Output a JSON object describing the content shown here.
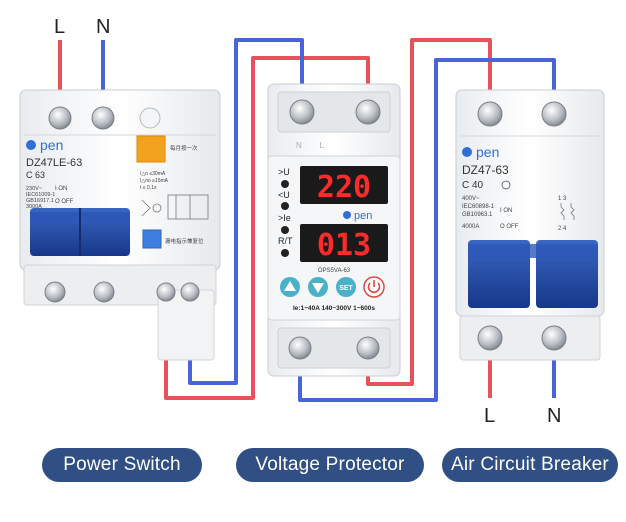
{
  "colors": {
    "live_wire": "#e8525a",
    "neutral_wire": "#4a63d6",
    "breaker_blue": "#1f4aa3",
    "label_bg": "#2f4f85",
    "display_red": "#ff2a2a",
    "display_bg": "#1a1a1a",
    "accent_orange": "#f2a21c"
  },
  "top_terminals": {
    "live": "L",
    "neutral": "N"
  },
  "bottom_terminals": {
    "live": "L",
    "neutral": "N"
  },
  "power_switch": {
    "brand": "pen",
    "model": "DZ47LE-63",
    "rating": "C 63",
    "spec_lines": [
      "230V~",
      "IEC61009-1",
      "GB16917.1",
      "3000A"
    ],
    "on_label": "I ON",
    "off_label": "O OFF",
    "leak_lines": [
      "I△n ≤30mA",
      "I△no ≥15mA",
      "t ≤ 0.1s"
    ],
    "test_label": "每月按一次",
    "reset_label": "漏电指示兼复位"
  },
  "voltage_protector": {
    "top_terminals": "N        L",
    "indicator_u_high": ">U",
    "indicator_u_low": "<U",
    "indicator_ie": ">Ie",
    "indicator_rt": "R/T",
    "display_top": "220",
    "display_bottom": "013",
    "brand": "pen",
    "model": "OPS5VA-63",
    "set_label": "SET",
    "spec_line": "Ie:1~40A  140~300V  1~600s"
  },
  "air_breaker": {
    "brand": "pen",
    "model": "DZ47-63",
    "rating": "C 40",
    "spec_lines": [
      "400V~",
      "IEC60898-1",
      "GB10963.1",
      "4000A"
    ],
    "on_label": "I ON",
    "off_label": "O OFF",
    "diagram_top": "1 3",
    "diagram_bottom": "2 4"
  },
  "labels": {
    "power_switch": "Power Switch",
    "voltage_protector": "Voltage Protector",
    "air_breaker": "Air Circuit Breaker"
  }
}
